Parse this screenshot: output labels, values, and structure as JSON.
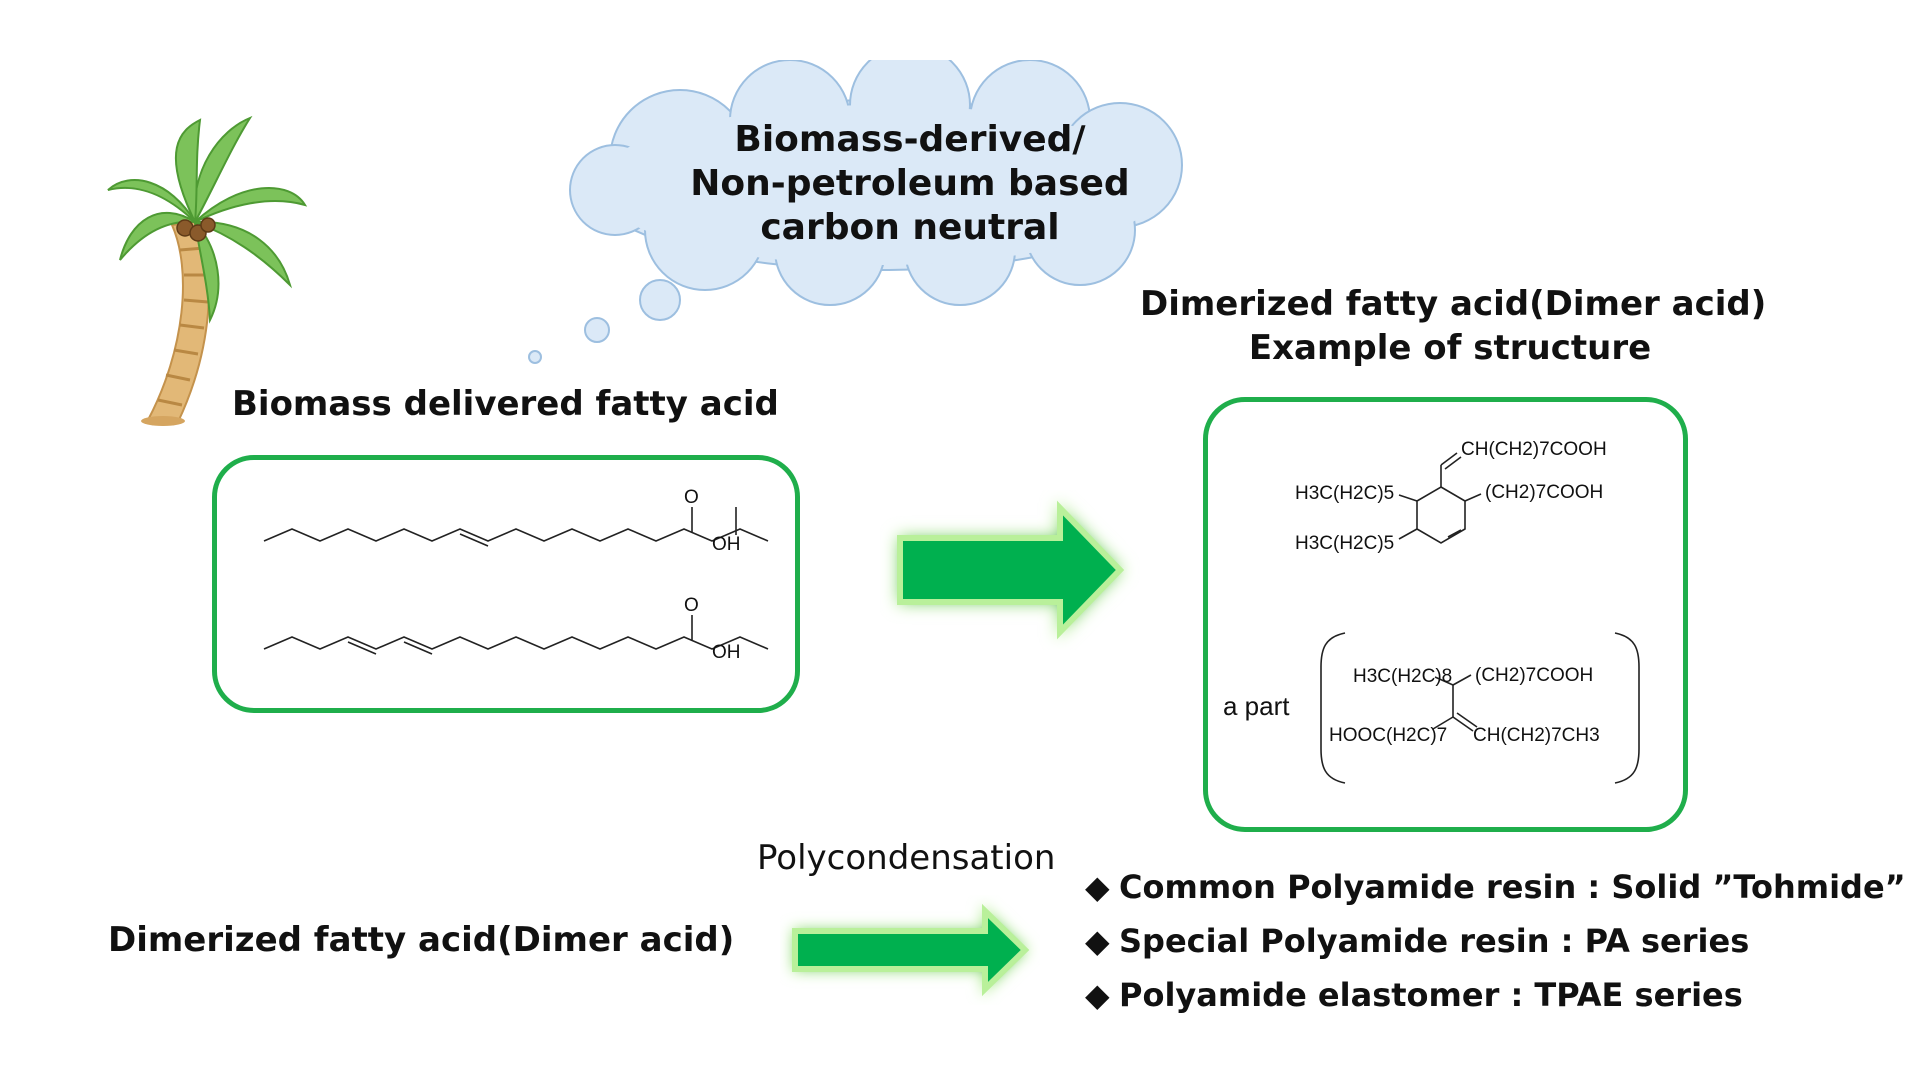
{
  "cloud": {
    "line1": "Biomass-derived/",
    "line2": "Non-petroleum based",
    "line3": "carbon neutral"
  },
  "left_section": {
    "title": "Biomass delivered fatty acid",
    "molecule1_o": "O",
    "molecule1_oh": "OH",
    "molecule2_o": "O",
    "molecule2_oh": "OH"
  },
  "right_section": {
    "title_line1": "Dimerized fatty acid(Dimer acid)",
    "title_line2": "Example of structure",
    "a_part": "a part",
    "labels": {
      "top_vinyl": "CH(CH2)7COOH",
      "left_upper": "H3C(H2C)5",
      "right_upper": "(CH2)7COOH",
      "left_lower": "H3C(H2C)5",
      "bracket_top_left": "H3C(H2C)8",
      "bracket_top_right": "(CH2)7COOH",
      "bracket_bottom_left": "HOOC(H2C)7",
      "bracket_bottom_right": "CH(CH2)7CH3"
    }
  },
  "bottom": {
    "left_label": "Dimerized fatty acid(Dimer acid)",
    "arrow_label": "Polycondensation",
    "bullet_symbol": "◆",
    "items": [
      "Common Polyamide resin : Solid ”Tohmide”",
      "Special Polyamide resin : PA series",
      "Polyamide elastomer : TPAE series"
    ]
  },
  "colors": {
    "box_border": "#1fae4b",
    "arrow_fill": "#00b050",
    "cloud_fill": "#dbe9f7",
    "cloud_stroke": "#9dbfe0"
  },
  "icons": [
    "palm-tree-icon",
    "thought-cloud-icon",
    "right-arrow-icon"
  ]
}
